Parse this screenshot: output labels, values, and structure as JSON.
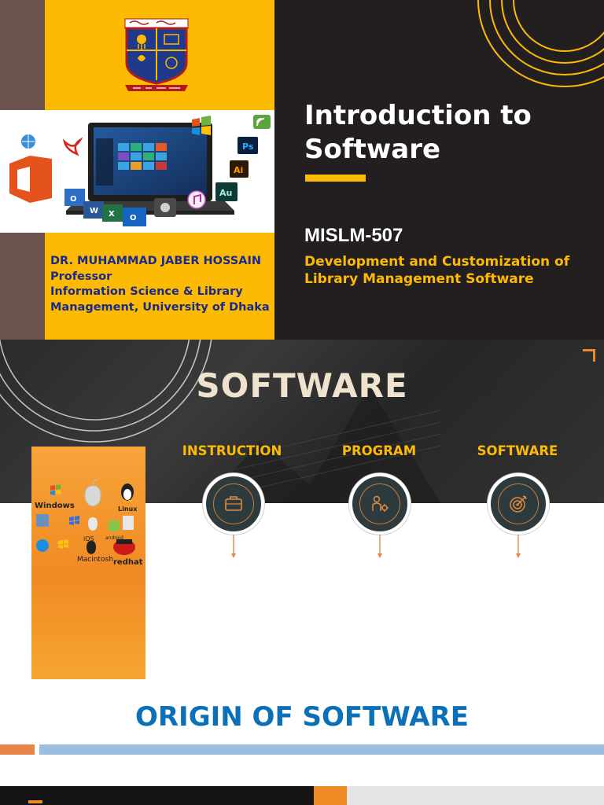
{
  "slide1": {
    "title": "Introduction to Software",
    "course_code": "MISLM-507",
    "course_name": "Development and Customization of Library Management Software",
    "author": {
      "name": "DR. MUHAMMAD JABER HOSSAIN",
      "title": "Professor",
      "department": "Information Science & Library Management, University of Dhaka"
    },
    "colors": {
      "accent_yellow": "#fcba03",
      "dark_bg": "#231f20",
      "author_blue": "#1a2a8a"
    }
  },
  "slide2": {
    "title": "SOFTWARE",
    "columns": [
      {
        "label": "INSTRUCTION",
        "icon": "briefcase-icon"
      },
      {
        "label": "PROGRAM",
        "icon": "person-gear-icon"
      },
      {
        "label": "SOFTWARE",
        "icon": "target-icon"
      }
    ],
    "os_logos": [
      "Windows",
      "Linux",
      "iOS",
      "android",
      "Macintosh",
      "redhat"
    ],
    "colors": {
      "accent_orange": "#f08a24",
      "label_yellow": "#fcba03",
      "title_cream": "#efe3cf"
    }
  },
  "slide3": {
    "title": "ORIGIN OF SOFTWARE",
    "colors": {
      "title_blue": "#0b70b8",
      "bar_orange": "#e8834a",
      "bar_blue": "#9dbde0"
    }
  }
}
